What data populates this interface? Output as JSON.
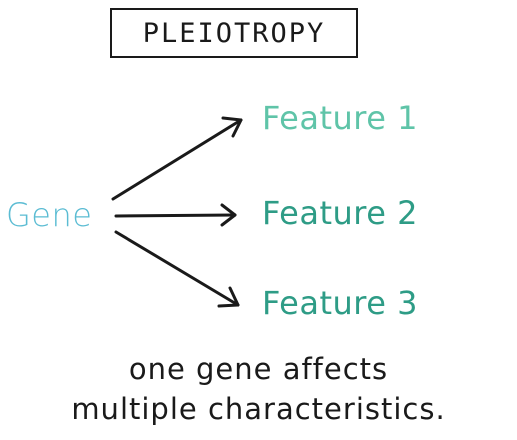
{
  "title": "PLEIOTROPY",
  "gene_label": "Gene",
  "features": [
    "Feature 1",
    "Feature 2",
    "Feature 3"
  ],
  "caption": {
    "line1": "one gene affects",
    "line2": "multiple characteristics."
  },
  "colors": {
    "gene": "#5bbcd3",
    "feature_1": "#5fc4a8",
    "feature_2": "#2e9c86",
    "feature_3": "#2e9c86",
    "ink": "#1a1a1a"
  }
}
